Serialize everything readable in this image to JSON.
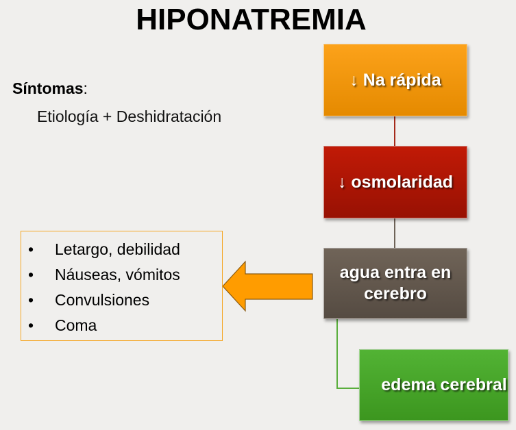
{
  "title": "HIPONATREMIA",
  "symptoms_label": "Síntomas",
  "symptoms_colon": ":",
  "etiology": "Etiología + Deshidratación",
  "flow": [
    {
      "label": "↓ Na rápida",
      "color": "#f59a0f"
    },
    {
      "label": "↓ osmolaridad",
      "color": "#b01505"
    },
    {
      "label": "agua entra en cerebro",
      "color": "#655a4f"
    },
    {
      "label": "edema cerebral",
      "color": "#47a62a"
    }
  ],
  "symptom_list": [
    "Letargo, debilidad",
    "Náuseas, vómitos",
    "Convulsiones",
    "Coma"
  ],
  "arrow_color": "#ff9c00"
}
